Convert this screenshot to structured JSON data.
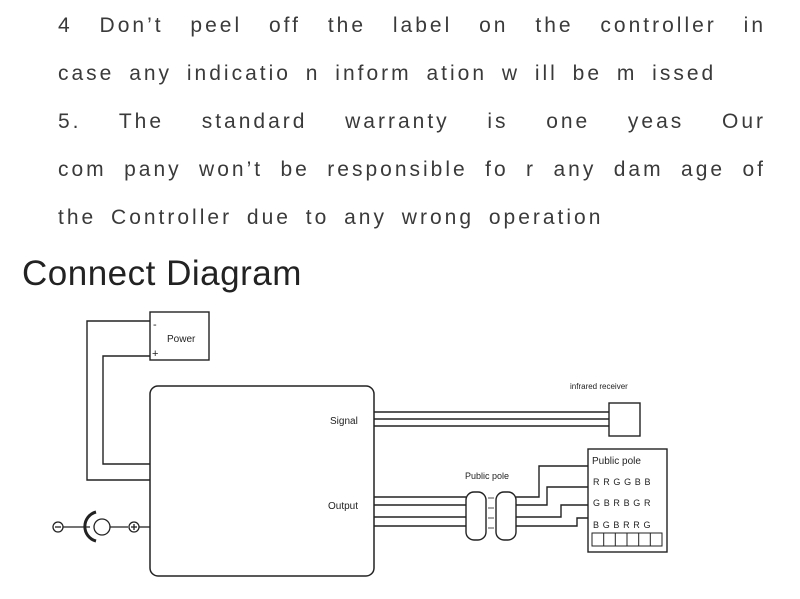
{
  "instructions": {
    "item4_line1": "4   Don’t peel off the label on the controller in",
    "item4_line2": "case any indicatio n inform ation w ill be m issed",
    "item5_line1": "5.  The standard warranty is one yeas Our",
    "item5_line2": "com pany won’t be responsible fo r any dam age of",
    "item5_line3": "the Controller due to any wrong operation"
  },
  "section_title": "Connect Diagram",
  "diagram": {
    "power_label": "Power",
    "minus_sign": "-",
    "plus_sign": "+",
    "signal_label": "Signal",
    "output_label": "Output",
    "infrared_label": "infrared receiver",
    "public_pole_mid_label": "Public pole",
    "public_pole_box_label": "Public pole",
    "pin_rows": [
      "R R G G B B",
      "G B R B G R",
      "B G B R R G"
    ]
  }
}
